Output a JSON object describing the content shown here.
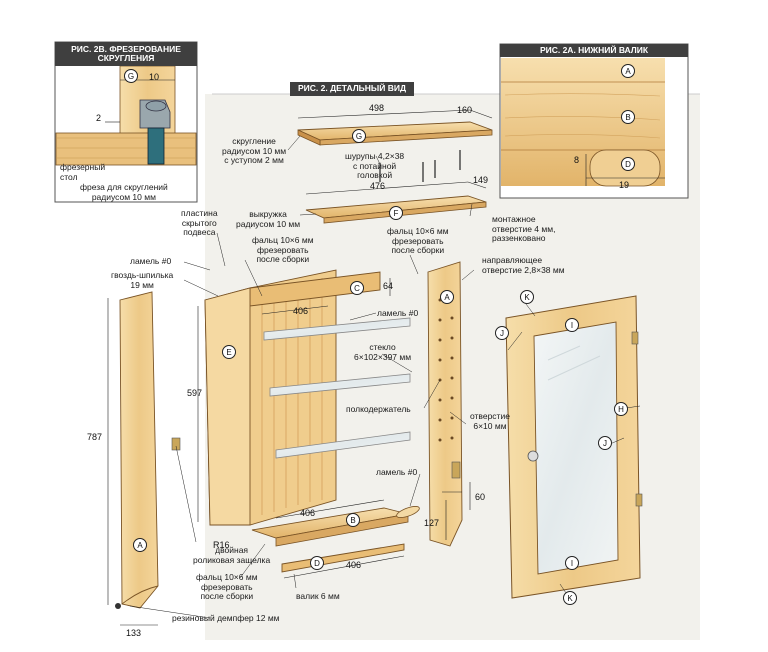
{
  "headers": {
    "main": "РИС. 2. ДЕТАЛЬНЫЙ ВИД",
    "inset_b": "РИС. 2В. ФРЕЗЕРОВАНИЕ\nСКРУГЛЕНИЯ",
    "inset_a": "РИС. 2А. НИЖНИЙ ВАЛИК"
  },
  "inset_b": {
    "part_g": "G",
    "dim_10": "10",
    "dim_2": "2",
    "router_table": "фрезерный\nстол",
    "router_bit": "фреза для скруглений\nрадиусом 10 мм"
  },
  "inset_a": {
    "part_a": "A",
    "part_b": "B",
    "part_d": "D",
    "dim_8": "8",
    "dim_19": "19"
  },
  "parts": {
    "g": "G",
    "f": "F",
    "c": "C",
    "a_right": "A",
    "e": "E",
    "a_left": "A",
    "b": "B",
    "d": "D",
    "k_top": "K",
    "k_bottom": "K",
    "i_top": "I",
    "i_bottom": "I",
    "j_left": "J",
    "j_right": "J",
    "h": "H"
  },
  "dims": {
    "d498": "498",
    "d160": "160",
    "d476": "476",
    "d149": "149",
    "d64": "64",
    "d406_top": "406",
    "d597": "597",
    "d787": "787",
    "d406_mid": "406",
    "d406_bot": "406",
    "d127": "127",
    "d60": "60",
    "d133": "133",
    "r16": "R16"
  },
  "labels": {
    "round_top": "скругление\nрадиусом 10 мм\nс уступом 2 мм",
    "screws": "шурупы 4,2×38\nс потайной\nголовкой",
    "cutout": "выкружка\nрадиусом 10 мм",
    "hanger": "пластина\nскрытого\nподвеса",
    "rabbet_top": "фальц 10×6 мм\nфрезеровать\nпосле сборки",
    "biscuit_top": "ламель #0",
    "nail": "гвоздь-шпилька\n19 мм",
    "rabbet_right": "фальц 10×6 мм\nфрезеровать\nпосле сборки",
    "mount_hole": "монтажное\nотверстие 4 мм,\nраззенковано",
    "pilot_hole": "направляющее\nотверстие 2,8×38 мм",
    "biscuit_mid": "ламель #0",
    "glass": "стекло\n6×102×397 мм",
    "shelf_pin": "полкодержатель",
    "hole": "отверстие\n6×10 мм",
    "biscuit_low": "ламель #0",
    "catch": "двойная\nроликовая защелка",
    "rabbet_bot": "фальц 10×6 мм\nфрезеровать\nпосле сборки",
    "dowel": "валик 6 мм",
    "bumper": "резиновый демпфер 12 мм"
  },
  "colors": {
    "wood_light": "#f3d9a4",
    "wood_mid": "#e7bd76",
    "wood_dark": "#c98f45",
    "edge": "#7a5426",
    "glass": "#e8eef0",
    "panel_bg": "#f1f1ee",
    "header_bg": "#3f3f3f",
    "line": "#222222"
  }
}
